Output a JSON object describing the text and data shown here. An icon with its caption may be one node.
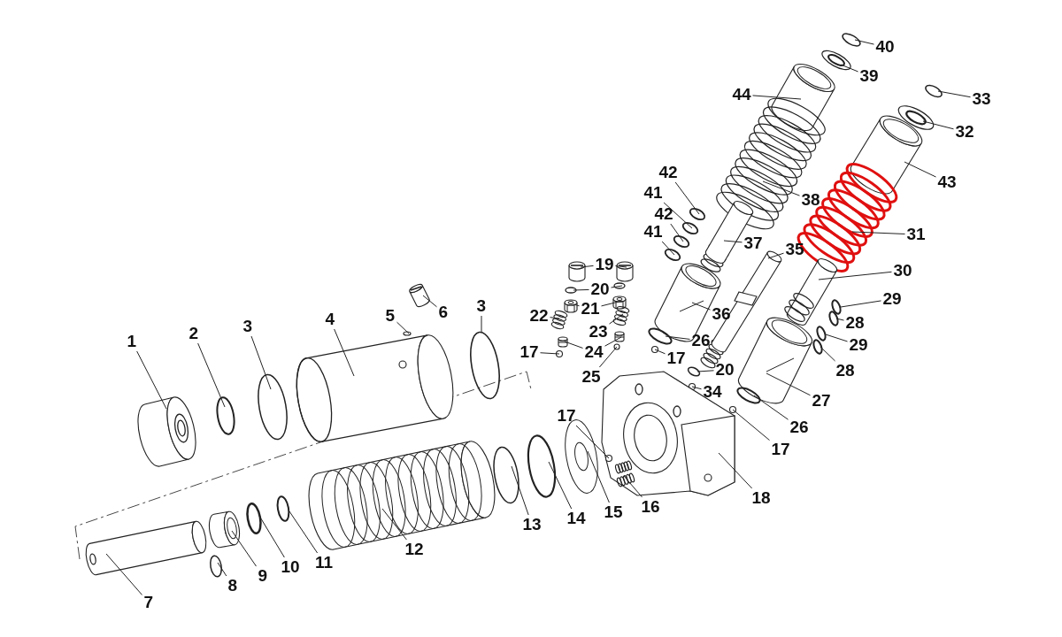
{
  "diagram": {
    "nodes": [
      {
        "text": [
          "40"
        ]
      },
      {
        "text": [
          "39"
        ]
      },
      {
        "text": [
          "44"
        ]
      },
      {
        "text": [
          "33"
        ]
      },
      {
        "text": [
          "32"
        ]
      },
      {
        "text": [
          "43"
        ]
      },
      {
        "text": [
          "42"
        ]
      },
      {
        "text": [
          "38"
        ]
      },
      {
        "text": [
          "41"
        ]
      },
      {
        "text": [
          "42"
        ]
      },
      {
        "text": [
          "31"
        ]
      },
      {
        "text": [
          "41"
        ]
      },
      {
        "text": [
          "37"
        ]
      },
      {
        "text": [
          "35"
        ]
      },
      {
        "text": [
          "19"
        ]
      },
      {
        "text": [
          "30"
        ]
      },
      {
        "text": [
          "20"
        ]
      },
      {
        "text": [
          "29"
        ]
      },
      {
        "text": [
          "21"
        ]
      },
      {
        "text": [
          "36"
        ]
      },
      {
        "text": [
          "22"
        ]
      },
      {
        "text": [
          "6"
        ]
      },
      {
        "text": [
          "5"
        ]
      },
      {
        "text": [
          "3"
        ]
      },
      {
        "text": [
          "4"
        ]
      },
      {
        "text": [
          "28"
        ]
      },
      {
        "text": [
          "23"
        ]
      },
      {
        "text": [
          "2"
        ]
      },
      {
        "text": [
          "3"
        ]
      },
      {
        "text": [
          "1"
        ]
      },
      {
        "text": [
          "26"
        ]
      },
      {
        "text": [
          "29"
        ]
      },
      {
        "text": [
          "24"
        ]
      },
      {
        "text": [
          "17"
        ]
      },
      {
        "text": [
          "17"
        ]
      },
      {
        "text": [
          "20"
        ]
      },
      {
        "text": [
          "28"
        ]
      },
      {
        "text": [
          "25"
        ]
      },
      {
        "text": [
          "34"
        ]
      },
      {
        "text": [
          "27"
        ]
      },
      {
        "text": [
          "17"
        ]
      },
      {
        "text": [
          "26"
        ]
      },
      {
        "text": [
          "17"
        ]
      },
      {
        "text": [
          "18"
        ]
      },
      {
        "text": [
          "16"
        ]
      },
      {
        "text": [
          "15"
        ]
      },
      {
        "text": [
          "14"
        ]
      },
      {
        "text": [
          "13"
        ]
      },
      {
        "text": [
          "12"
        ]
      },
      {
        "text": [
          "11"
        ]
      },
      {
        "text": [
          "10"
        ]
      },
      {
        "text": [
          "9"
        ]
      },
      {
        "text": [
          "8"
        ]
      },
      {
        "text": [
          "7"
        ]
      },
      {
        "text": [],
        "shape": "circle"
      },
      {
        "text": [],
        "shape": "picture"
      },
      {
        "text": [],
        "shape": "picture"
      },
      {
        "text": [],
        "shape": "circle"
      },
      {
        "text": [],
        "shape": "picture"
      },
      {
        "text": [],
        "shape": "picture"
      },
      {
        "text": [],
        "shape": "circle"
      },
      {
        "text": [],
        "shape": "picture"
      },
      {
        "text": [],
        "shape": "circle"
      },
      {
        "text": [],
        "shape": "circle"
      },
      {
        "text": [],
        "shape": "picture"
      },
      {
        "text": [],
        "shape": "circle"
      },
      {
        "text": [],
        "shape": "picture"
      },
      {
        "text": [],
        "shape": "picture"
      },
      {
        "text": [],
        "shape": "picture"
      },
      {
        "text": [],
        "shape": "picture"
      },
      {
        "text": [],
        "shape": "picture"
      },
      {
        "text": [],
        "shape": "circle"
      },
      {
        "text": [],
        "shape": "circle"
      },
      {
        "text": [],
        "shape": "circle"
      },
      {
        "text": [],
        "shape": "picture"
      },
      {
        "text": [],
        "shape": "picture"
      },
      {
        "text": [],
        "shape": "picture"
      },
      {
        "text": [],
        "shape": "picture"
      },
      {
        "text": [],
        "shape": "picture"
      },
      {
        "text": [],
        "shape": "circle"
      },
      {
        "text": [],
        "shape": "circle"
      },
      {
        "text": [],
        "shape": "picture"
      },
      {
        "text": [],
        "shape": "circle"
      },
      {
        "text": [],
        "shape": "picture"
      },
      {
        "text": [],
        "shape": "circle"
      },
      {
        "text": [],
        "shape": "circle"
      },
      {
        "text": [],
        "shape": "picture"
      },
      {
        "text": [],
        "shape": "circle"
      },
      {
        "text": [],
        "shape": "circle"
      },
      {
        "text": [],
        "shape": "picture"
      },
      {
        "text": [],
        "shape": "picture"
      },
      {
        "text": [],
        "shape": "circle"
      },
      {
        "text": [],
        "shape": "circle"
      },
      {
        "text": [],
        "shape": "circle"
      },
      {
        "text": [],
        "shape": "circle"
      },
      {
        "text": [],
        "shape": "circle"
      },
      {
        "text": [],
        "shape": "circle"
      },
      {
        "text": [],
        "shape": "picture"
      },
      {
        "text": [],
        "shape": "circle",
        "in": 101
      },
      {
        "text": [],
        "shape": "circle"
      },
      {
        "text": [],
        "shape": "circle"
      },
      {
        "text": [],
        "shape": "picture"
      },
      {
        "text": [],
        "shape": "picture",
        "in": 101
      },
      {
        "text": [],
        "shape": "picture"
      },
      {
        "text": [],
        "shape": "circle"
      },
      {
        "text": [],
        "shape": "circle"
      },
      {
        "text": [],
        "shape": "picture"
      },
      {
        "text": [],
        "shape": "circle"
      },
      {
        "text": [],
        "shape": "circle"
      },
      {
        "text": [],
        "shape": "picture"
      },
      {
        "text": [],
        "shape": "circle"
      },
      {
        "text": [],
        "shape": "picture"
      }
    ],
    "edges": [
      {
        "from": 0,
        "to": 54,
        "arrow": "none"
      },
      {
        "from": 1,
        "to": 55,
        "arrow": "none"
      },
      {
        "from": 2,
        "to": 56,
        "arrow": "none"
      },
      {
        "from": 3,
        "to": 57,
        "arrow": "none"
      },
      {
        "from": 4,
        "to": 58,
        "arrow": "none"
      },
      {
        "from": 5,
        "to": 59,
        "arrow": "none"
      },
      {
        "from": 6,
        "to": 60,
        "arrow": "none"
      },
      {
        "from": 7,
        "to": 61,
        "arrow": "none"
      },
      {
        "from": 8,
        "to": 62,
        "arrow": "none"
      },
      {
        "from": 9,
        "to": 63,
        "arrow": "none"
      },
      {
        "from": 10,
        "to": 64,
        "arrow": "none"
      },
      {
        "from": 11,
        "to": 65,
        "arrow": "none"
      },
      {
        "from": 12,
        "to": 66,
        "arrow": "none"
      },
      {
        "from": 13,
        "to": 67,
        "arrow": "none"
      },
      {
        "from": 14,
        "to": 68,
        "arrow": "none"
      },
      {
        "from": 14,
        "to": 69,
        "arrow": "none"
      },
      {
        "from": 15,
        "to": 70,
        "arrow": "none"
      },
      {
        "from": 16,
        "to": 71,
        "arrow": "none"
      },
      {
        "from": 16,
        "to": 72,
        "arrow": "none"
      },
      {
        "from": 17,
        "to": 73,
        "arrow": "none"
      },
      {
        "from": 18,
        "to": 74,
        "arrow": "none"
      },
      {
        "from": 18,
        "to": 75,
        "arrow": "none"
      },
      {
        "from": 19,
        "to": 76,
        "arrow": "none"
      },
      {
        "from": 20,
        "to": 77,
        "arrow": "none"
      },
      {
        "from": 21,
        "to": 78,
        "arrow": "none"
      },
      {
        "from": 22,
        "to": 79,
        "arrow": "none"
      },
      {
        "from": 23,
        "to": 80,
        "arrow": "none"
      },
      {
        "from": 24,
        "to": 81,
        "arrow": "none"
      },
      {
        "from": 25,
        "to": 82,
        "arrow": "none"
      },
      {
        "from": 26,
        "to": 83,
        "arrow": "none"
      },
      {
        "from": 27,
        "to": 84,
        "arrow": "none"
      },
      {
        "from": 28,
        "to": 85,
        "arrow": "none"
      },
      {
        "from": 29,
        "to": 86,
        "arrow": "none"
      },
      {
        "from": 30,
        "to": 87,
        "arrow": "none"
      },
      {
        "from": 31,
        "to": 88,
        "arrow": "none"
      },
      {
        "from": 32,
        "to": 89,
        "arrow": "none"
      },
      {
        "from": 32,
        "to": 90,
        "arrow": "none"
      },
      {
        "from": 33,
        "to": 91,
        "arrow": "none"
      },
      {
        "from": 34,
        "to": 92,
        "arrow": "none"
      },
      {
        "from": 35,
        "to": 93,
        "arrow": "none"
      },
      {
        "from": 36,
        "to": 94,
        "arrow": "none"
      },
      {
        "from": 37,
        "to": 95,
        "arrow": "none"
      },
      {
        "from": 38,
        "to": 96,
        "arrow": "none"
      },
      {
        "from": 39,
        "to": 97,
        "arrow": "none"
      },
      {
        "from": 40,
        "to": 98,
        "arrow": "none"
      },
      {
        "from": 41,
        "to": 99,
        "arrow": "none"
      },
      {
        "from": 42,
        "to": 100,
        "arrow": "none"
      },
      {
        "from": 43,
        "to": 101,
        "arrow": "none"
      },
      {
        "from": 44,
        "to": 102,
        "arrow": "none"
      },
      {
        "from": 45,
        "to": 103,
        "arrow": "none"
      },
      {
        "from": 46,
        "to": 104,
        "arrow": "none"
      },
      {
        "from": 47,
        "to": 105,
        "arrow": "none"
      },
      {
        "from": 48,
        "to": 106,
        "arrow": "none"
      },
      {
        "from": 49,
        "to": 107,
        "arrow": "none"
      },
      {
        "from": 50,
        "to": 108,
        "arrow": "none"
      },
      {
        "from": 51,
        "to": 109,
        "arrow": "none"
      },
      {
        "from": 52,
        "to": 110,
        "arrow": "none"
      },
      {
        "from": 53,
        "to": 111,
        "arrow": "none"
      }
    ]
  }
}
